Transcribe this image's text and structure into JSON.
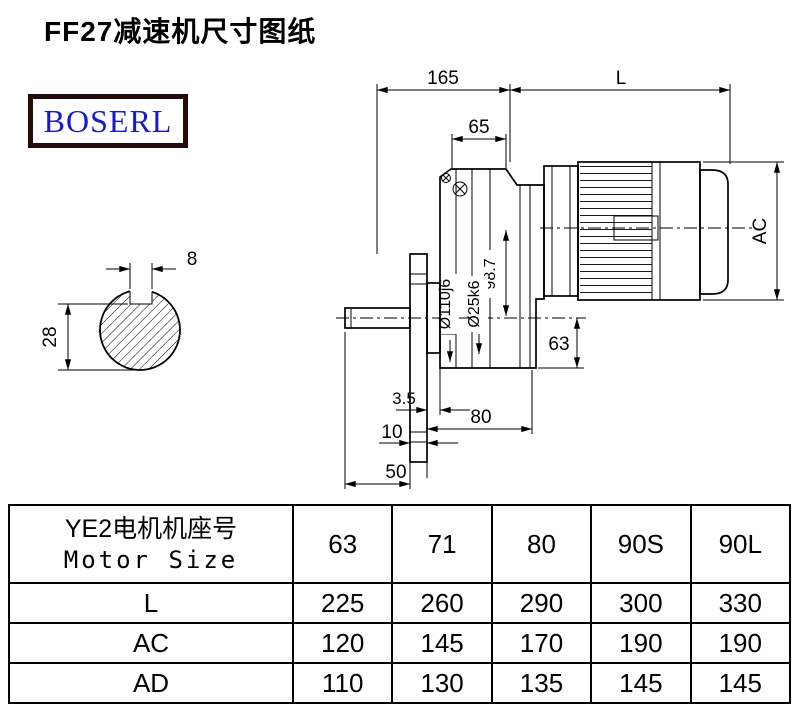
{
  "page": {
    "title": "FF27减速机尺寸图纸",
    "brand": "BOSERL"
  },
  "colors": {
    "brand_text": "#1a1ac6",
    "brand_border": "#26090b",
    "line": "#000000"
  },
  "drawing": {
    "dims": {
      "overall_length": "165",
      "motor_length": "L",
      "input_cover": "65",
      "motor_height": "AC",
      "center_height": "98.7",
      "flange_spigot": "Ø110j6",
      "shaft_dia": "Ø25k6",
      "base_height": "63",
      "gap": "3.5",
      "foot_length": "80",
      "flange_thickness": "10",
      "shaft_length": "50",
      "key_width": "8",
      "key_height": "28"
    }
  },
  "table": {
    "header": {
      "cn": "YE2电机机座号",
      "en": "Motor Size"
    },
    "sizes": [
      "63",
      "71",
      "80",
      "90S",
      "90L"
    ],
    "rows": [
      {
        "label": "L",
        "values": [
          "225",
          "260",
          "290",
          "300",
          "330"
        ]
      },
      {
        "label": "AC",
        "values": [
          "120",
          "145",
          "170",
          "190",
          "190"
        ]
      },
      {
        "label": "AD",
        "values": [
          "110",
          "130",
          "135",
          "145",
          "145"
        ]
      }
    ]
  }
}
